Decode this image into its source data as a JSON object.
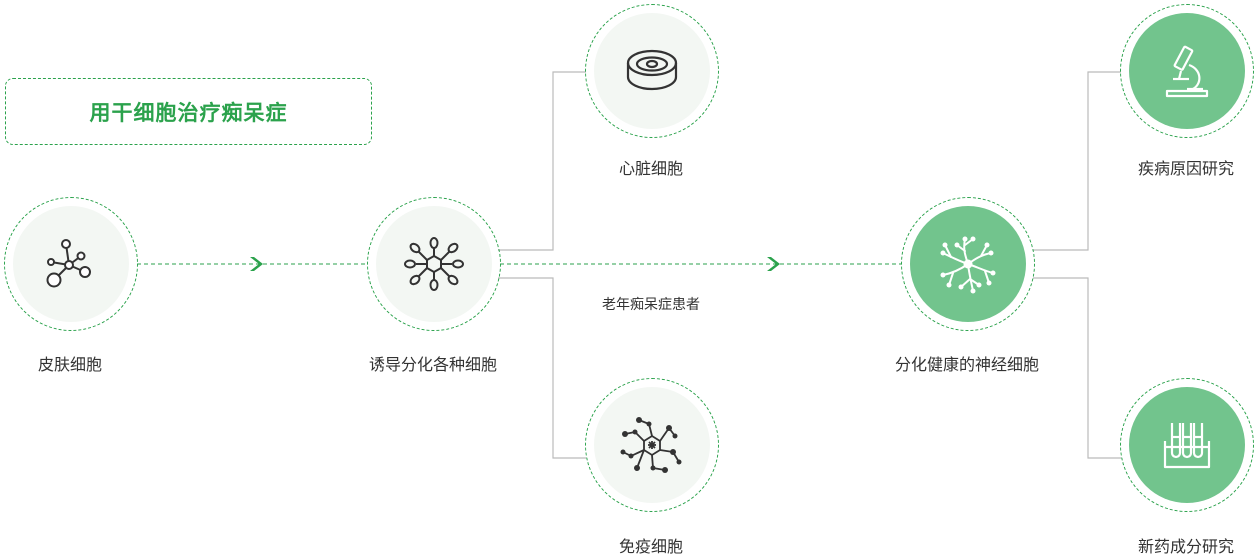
{
  "title": "用干细胞治疗痴呆症",
  "patient_label": "老年痴呆症患者",
  "accent_color": "#2ba24c",
  "fill_color": "#72c48d",
  "nodes": {
    "skin": {
      "label": "皮肤细胞",
      "icon": "molecule-icon"
    },
    "induced": {
      "label": "诱导分化各种细胞",
      "icon": "hexagon-network-icon"
    },
    "heart": {
      "label": "心脏细胞",
      "icon": "petri-dish-icon"
    },
    "immune": {
      "label": "免疫细胞",
      "icon": "immune-network-icon"
    },
    "neuron": {
      "label": "分化健康的神经细胞",
      "icon": "neuron-icon"
    },
    "disease": {
      "label": "疾病原因研究",
      "icon": "microscope-icon"
    },
    "drug": {
      "label": "新药成分研究",
      "icon": "test-tubes-icon"
    }
  }
}
